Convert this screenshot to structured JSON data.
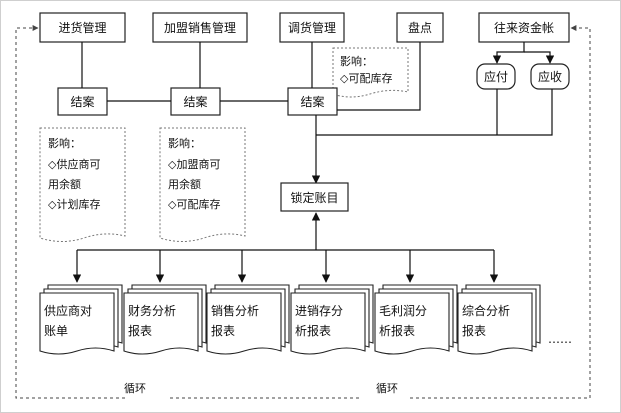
{
  "top_boxes": {
    "purchase": "进货管理",
    "franchise_sales": "加盟销售管理",
    "transfer": "调货管理",
    "inventory_count": "盘点",
    "accounts": "往来资金帐"
  },
  "settle_label": "结案",
  "payable": "应付",
  "receivable": "应收",
  "lock_accounts": "锁定账目",
  "impact_notes": {
    "transfer": [
      "影响：",
      "◇可配库存"
    ],
    "purchase": [
      "影响：",
      "◇供应商可",
      "用余额",
      "◇计划库存"
    ],
    "franchise": [
      "影响：",
      "◇加盟商可",
      "用余额",
      "◇可配库存"
    ]
  },
  "reports": [
    [
      "供应商对",
      "账单"
    ],
    [
      "财务分析",
      "报表"
    ],
    [
      "销售分析",
      "报表"
    ],
    [
      "进销存分",
      "析报表"
    ],
    [
      "毛利润分",
      "析报表"
    ],
    [
      "综合分析",
      "报表"
    ]
  ],
  "ellipsis": "……",
  "loop_label": "循环"
}
